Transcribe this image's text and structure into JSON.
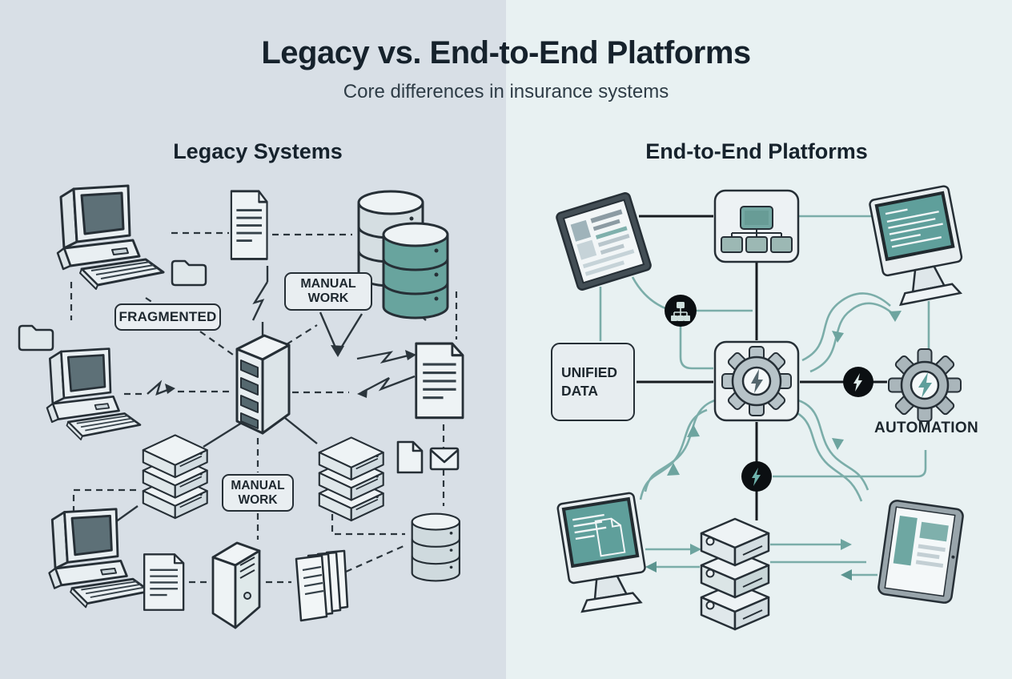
{
  "header": {
    "title": "Legacy vs. End-to-End Platforms",
    "subtitle": "Core differences in insurance systems"
  },
  "left_panel": {
    "heading": "Legacy Systems",
    "labels": {
      "fragmented": "FRAGMENTED",
      "manual_work_top": "MANUAL WORK",
      "manual_work_bottom": "MANUAL WORK"
    },
    "icons": [
      "legacy-computer-icon",
      "document-icon",
      "database-stack-icon",
      "folder-icon",
      "server-tower-icon",
      "server-stack-icon",
      "pc-tower-icon",
      "paper-stack-icon",
      "file-icon",
      "envelope-icon",
      "database-icon",
      "broken-link-icon",
      "lightning-break-icon"
    ]
  },
  "right_panel": {
    "heading": "End-to-End Platforms",
    "labels": {
      "unified_data": "UNIFIED DATA",
      "automation": "AUTOMATION"
    },
    "icons": [
      "report-screen-icon",
      "org-chart-card-icon",
      "monitor-icon",
      "hierarchy-node-icon",
      "gear-card-icon",
      "bolt-node-icon",
      "automation-gear-icon",
      "document-monitor-icon",
      "server-stack-icon",
      "tablet-icon",
      "flow-arrow-icon"
    ]
  },
  "colors": {
    "bg_left": "#d8dfe6",
    "bg_right": "#e8f1f2",
    "outline": "#262f36",
    "black_line": "#171c20",
    "teal_fill": "#68a49e",
    "teal_line": "#7bada9",
    "screen_teal": "#5f9f9b",
    "gear_gray": "#b7c3c8",
    "node_black": "#0b0f12",
    "icon_fill": "#eef3f5"
  }
}
